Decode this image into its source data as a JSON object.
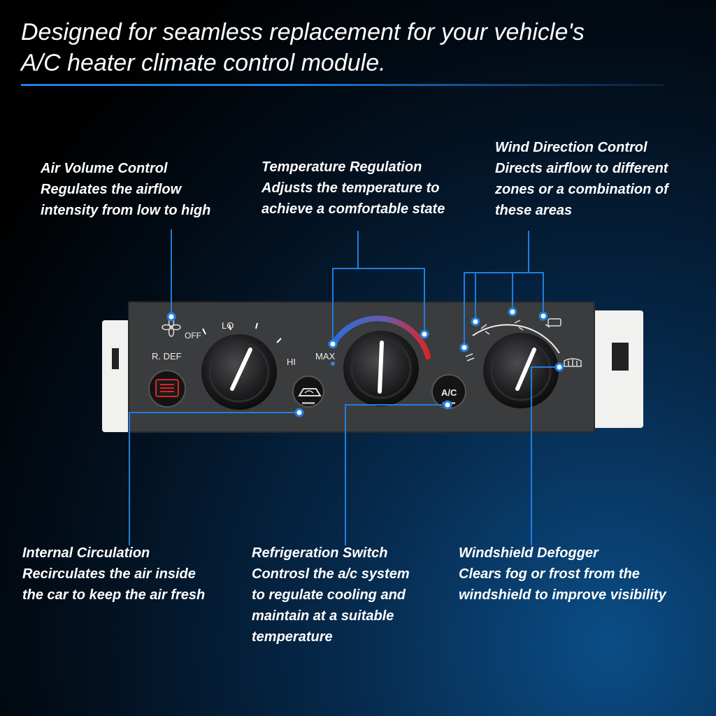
{
  "headline": {
    "line1": "Designed for seamless replacement for your vehicle's",
    "line2": "A/C heater climate control module."
  },
  "callouts": {
    "air_volume": {
      "title": "Air Volume Control",
      "lines": [
        "Regulates the airflow",
        "intensity from low to high"
      ]
    },
    "temperature": {
      "title": "Temperature Regulation",
      "lines": [
        "Adjusts the temperature to",
        "achieve a comfortable state"
      ]
    },
    "wind_direction": {
      "title": "Wind Direction Control",
      "lines": [
        "Directs airflow to different",
        "zones or a combination of",
        "these areas"
      ]
    },
    "internal_circulation": {
      "title": "Internal Circulation",
      "lines": [
        "Recirculates the air inside",
        "the car to keep the air fresh"
      ]
    },
    "refrigeration": {
      "title": "Refrigeration Switch",
      "lines": [
        "Controsl the a/c system",
        "to regulate cooling and",
        "maintain at a suitable",
        "temperature"
      ]
    },
    "defogger": {
      "title": "Windshield Defogger",
      "lines": [
        "Clears fog or frost from the",
        "windshield to improve visibility"
      ]
    }
  },
  "panel": {
    "off_label": "OFF",
    "lo_label": "LO",
    "hi_label": "HI",
    "rdef_label": "R. DEF",
    "max_label": "MAX",
    "ac_label": "A/C"
  },
  "colors": {
    "accent_blue": "#1f7fe0",
    "panel_face": "#3b3c3e",
    "temp_hot": "#d9252b",
    "temp_cold": "#2a6fd6"
  }
}
